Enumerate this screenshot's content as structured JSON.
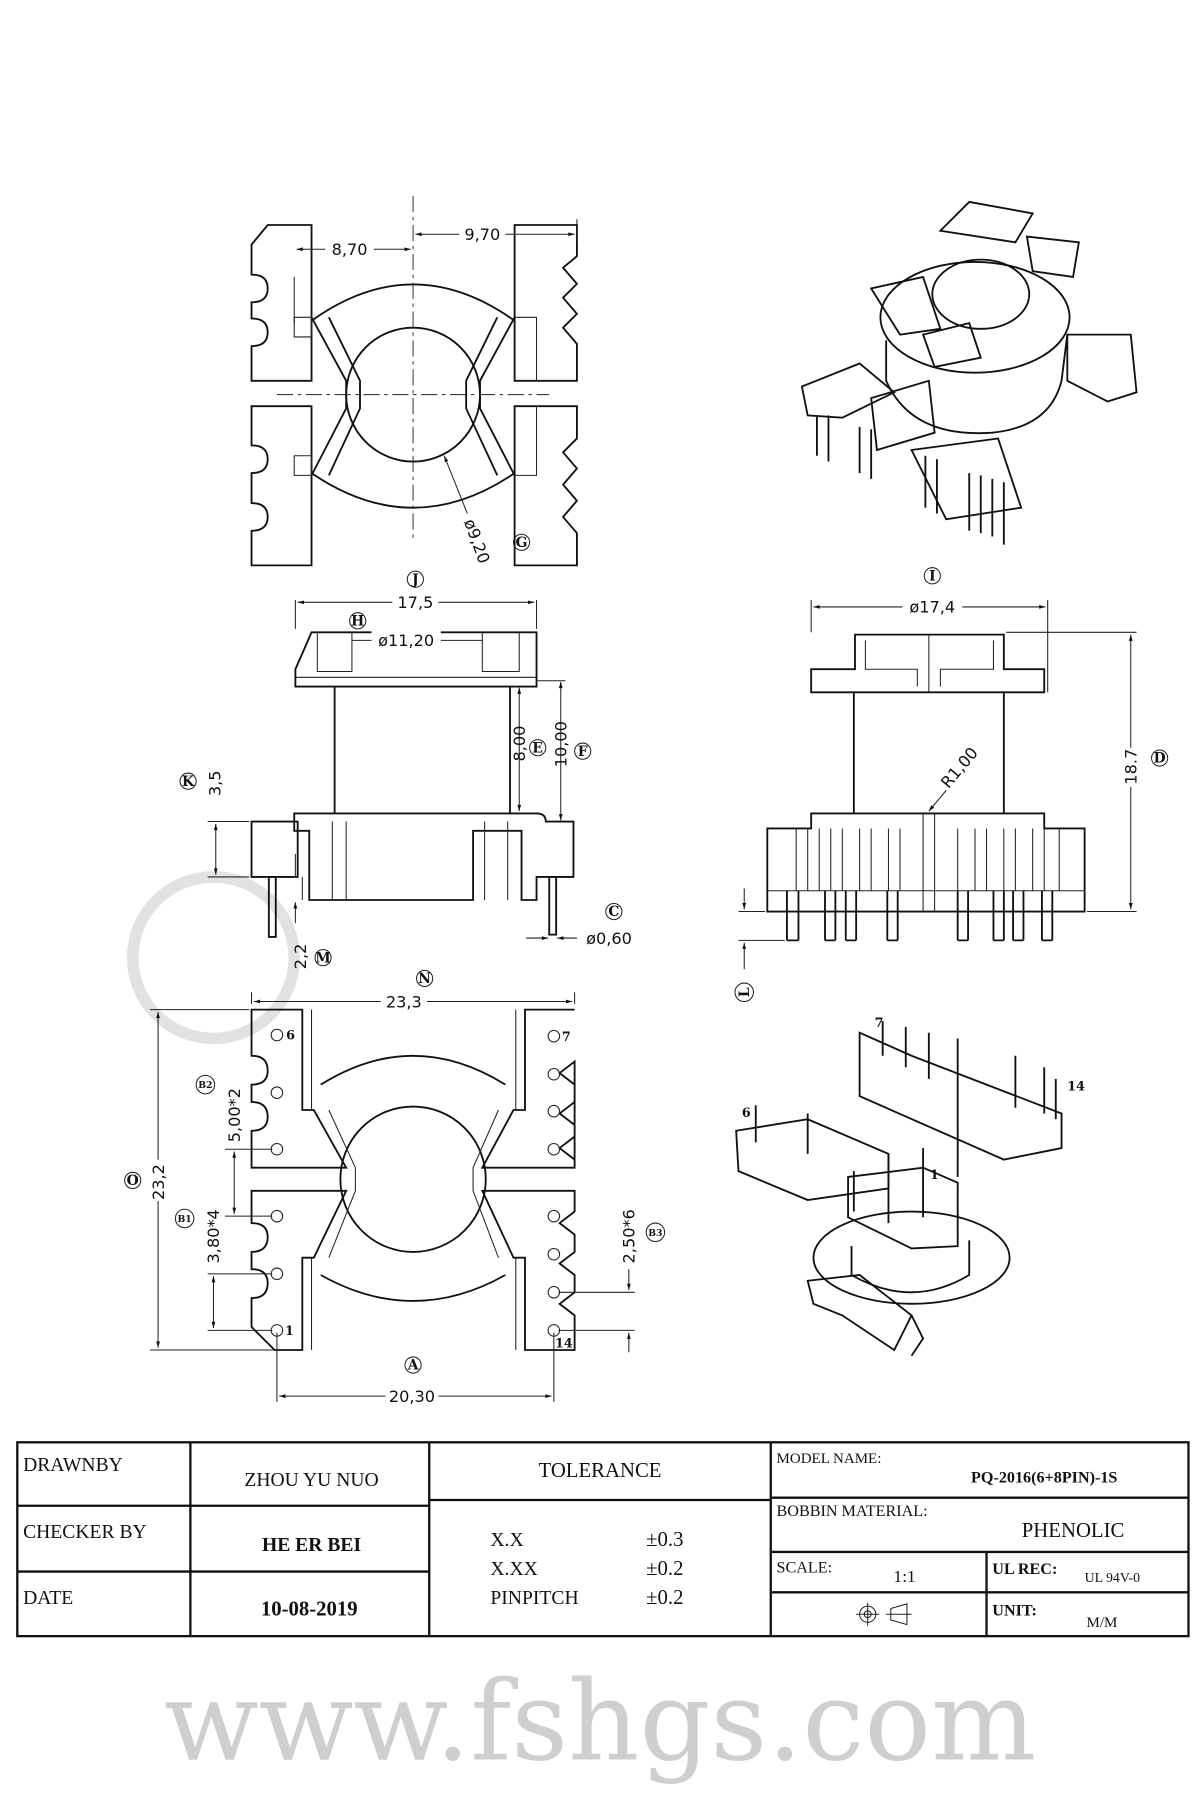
{
  "watermark": "www.fshgs.com",
  "top_view": {
    "dim_a": "9,70",
    "dim_b": "8,70",
    "dim_bore": "ø9,20",
    "tag_bore": "G"
  },
  "side_view": {
    "tag_width": "J",
    "width": "17,5",
    "tag_inner": "H",
    "inner": "ø11,20",
    "dim_e": "8,00",
    "tag_e": "E",
    "dim_f": "10,00",
    "tag_f": "F",
    "dim_k": "3,5",
    "tag_k": "K",
    "dim_m": "2,2",
    "tag_m": "M",
    "dim_c": "ø0,60",
    "tag_c": "C"
  },
  "front_view": {
    "tag_dia": "I",
    "dia": "ø17,4",
    "radius": "R1,00",
    "height": "18.7",
    "tag_height": "D",
    "tag_l": "L"
  },
  "bottom_view": {
    "tag_n": "N",
    "width": "23,3",
    "tag_o": "O",
    "height": "23,2",
    "pitch_a": "5,00*2",
    "tag_b2": "B2",
    "pitch_b": "3,80*4",
    "tag_b1": "B1",
    "pitch_c": "2,50*6",
    "tag_b3": "B3",
    "tag_a": "A",
    "span": "20,30",
    "pin_labels": {
      "p1": "1",
      "p6": "6",
      "p7": "7",
      "p14": "14"
    }
  },
  "iso_view": {
    "pin_labels": {
      "p1": "1",
      "p6": "6",
      "p7": "7",
      "p14": "14"
    }
  },
  "title_block": {
    "drawn_by_label": "DRAWNBY",
    "drawn_by": "ZHOU YU NUO",
    "checker_label": "CHECKER BY",
    "checker": "HE ER BEI",
    "date_label": "DATE",
    "date": "10-08-2019",
    "tolerance_label": "TOLERANCE",
    "tolerances": [
      {
        "k": "X.X",
        "v": "±0.3"
      },
      {
        "k": "X.XX",
        "v": "±0.2"
      },
      {
        "k": "PINPITCH",
        "v": "±0.2"
      }
    ],
    "model_label": "MODEL NAME:",
    "model": "PQ-2016(6+8PIN)-1S",
    "material_label": "BOBBIN MATERIAL:",
    "material": "PHENOLIC",
    "scale_label": "SCALE:",
    "scale": "1:1",
    "ul_label": "UL REC:",
    "ul": "UL 94V-0",
    "unit_label": "UNIT:",
    "unit": "M/M"
  }
}
